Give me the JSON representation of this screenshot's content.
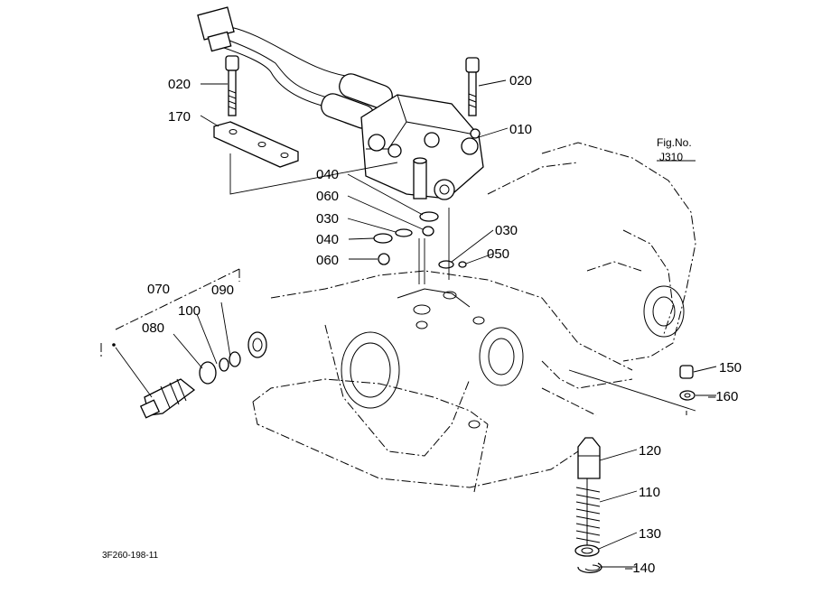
{
  "diagram": {
    "figure_ref": {
      "line1": "Fig.No.",
      "line2": "J310"
    },
    "drawing_code": "3F260-198-11",
    "callouts": [
      {
        "key": "c020a",
        "text": "020"
      },
      {
        "key": "c170",
        "text": "170"
      },
      {
        "key": "c020b",
        "text": "020"
      },
      {
        "key": "c010",
        "text": "010"
      },
      {
        "key": "c040a",
        "text": "040"
      },
      {
        "key": "c060a",
        "text": "060"
      },
      {
        "key": "c030a",
        "text": "030"
      },
      {
        "key": "c040b",
        "text": "040"
      },
      {
        "key": "c060b",
        "text": "060"
      },
      {
        "key": "c030b",
        "text": "030"
      },
      {
        "key": "c050",
        "text": "050"
      },
      {
        "key": "c070",
        "text": "070"
      },
      {
        "key": "c090",
        "text": "090"
      },
      {
        "key": "c100",
        "text": "100"
      },
      {
        "key": "c080",
        "text": "080"
      },
      {
        "key": "c150",
        "text": "150"
      },
      {
        "key": "c160",
        "text": "160"
      },
      {
        "key": "c120",
        "text": "120"
      },
      {
        "key": "c110",
        "text": "110"
      },
      {
        "key": "c130",
        "text": "130"
      },
      {
        "key": "c140",
        "text": "140"
      }
    ]
  }
}
